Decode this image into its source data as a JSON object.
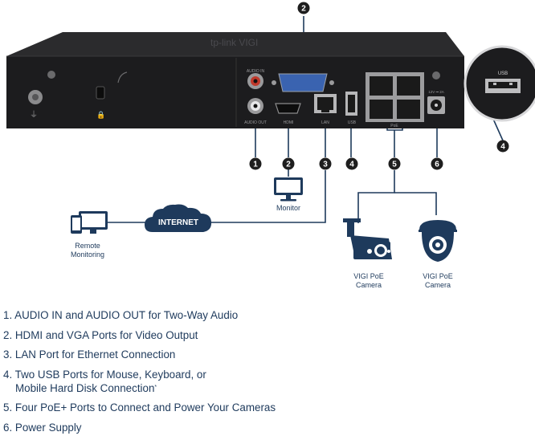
{
  "diagram": {
    "marker_labels": [
      "1",
      "2",
      "3",
      "4",
      "5",
      "6"
    ],
    "top_marker": "2",
    "usb_marker": "4",
    "port_labels": {
      "audio_in": "AUDIO IN",
      "audio_out": "AUDIO OUT",
      "hdmi": "HDMI",
      "lan": "LAN",
      "usb": "USB",
      "poe": "PoE",
      "usb_zoom": "USB",
      "power": "12V ⎓ 2A"
    },
    "monitor_label": "Monitor",
    "internet_label": "INTERNET",
    "remote_label": [
      "Remote",
      "Monitoring"
    ],
    "camera1_label": [
      "VIGI PoE",
      "Camera"
    ],
    "camera2_label": [
      "VIGI PoE",
      "Camera"
    ]
  },
  "legend": [
    {
      "text": "1. AUDIO IN and AUDIO OUT for Two-Way Audio"
    },
    {
      "text": "2. HDMI and VGA Ports for Video Output"
    },
    {
      "text": "3. LAN Port for Ethernet Connection"
    },
    {
      "text": "4. Two USB Ports for Mouse, Keyboard, or",
      "line2": "Mobile Hard Disk Connection",
      "sup": "*"
    },
    {
      "text": "5. Four PoE+ Ports to Connect and Power Your Cameras"
    },
    {
      "text": "6. Power Supply"
    }
  ],
  "colors": {
    "accent": "#1e3a5c",
    "device_body": "#1d1d1f",
    "device_front": "#2a2a2c",
    "marker_fill": "#1e1e1e",
    "vga_blue": "#3a63b0",
    "audio_red": "#c0392b"
  }
}
